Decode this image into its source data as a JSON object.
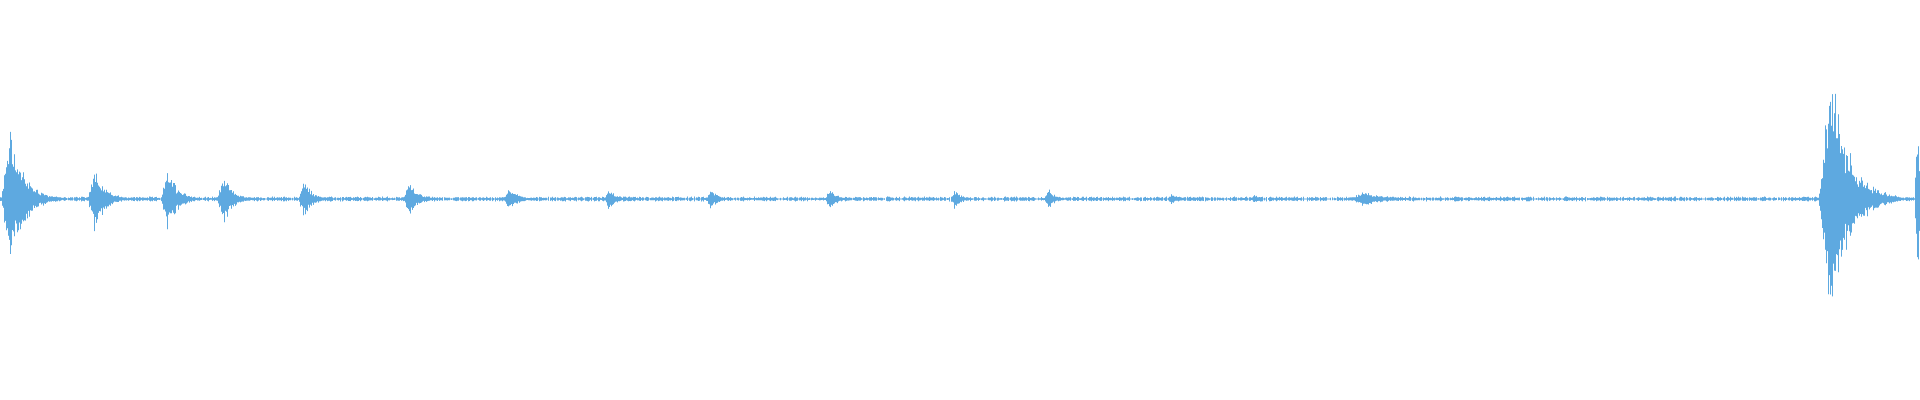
{
  "waveform": {
    "color": "#5ea9e0",
    "background": "#ffffff",
    "duration_normalized": 1.0,
    "bursts": [
      {
        "t": 0.005,
        "amp": 0.5,
        "width": 0.0045
      },
      {
        "t": 0.049,
        "amp": 0.24,
        "width": 0.0035
      },
      {
        "t": 0.087,
        "amp": 0.22,
        "width": 0.0035
      },
      {
        "t": 0.116,
        "amp": 0.19,
        "width": 0.003
      },
      {
        "t": 0.158,
        "amp": 0.14,
        "width": 0.003
      },
      {
        "t": 0.213,
        "amp": 0.13,
        "width": 0.003
      },
      {
        "t": 0.265,
        "amp": 0.1,
        "width": 0.0025
      },
      {
        "t": 0.317,
        "amp": 0.08,
        "width": 0.0022
      },
      {
        "t": 0.37,
        "amp": 0.08,
        "width": 0.0022
      },
      {
        "t": 0.432,
        "amp": 0.09,
        "width": 0.0022
      },
      {
        "t": 0.497,
        "amp": 0.07,
        "width": 0.0025
      },
      {
        "t": 0.546,
        "amp": 0.07,
        "width": 0.0025
      },
      {
        "t": 0.61,
        "amp": 0.04,
        "width": 0.0025
      },
      {
        "t": 0.653,
        "amp": 0.03,
        "width": 0.002
      },
      {
        "t": 0.71,
        "amp": 0.05,
        "width": 0.008
      },
      {
        "t": 0.758,
        "amp": 0.03,
        "width": 0.0015
      },
      {
        "t": 0.953,
        "amp": 0.92,
        "width": 0.006
      },
      {
        "t": 0.9985,
        "amp": 0.6,
        "width": 0.0015
      }
    ],
    "baseline_noise": 0.012
  }
}
